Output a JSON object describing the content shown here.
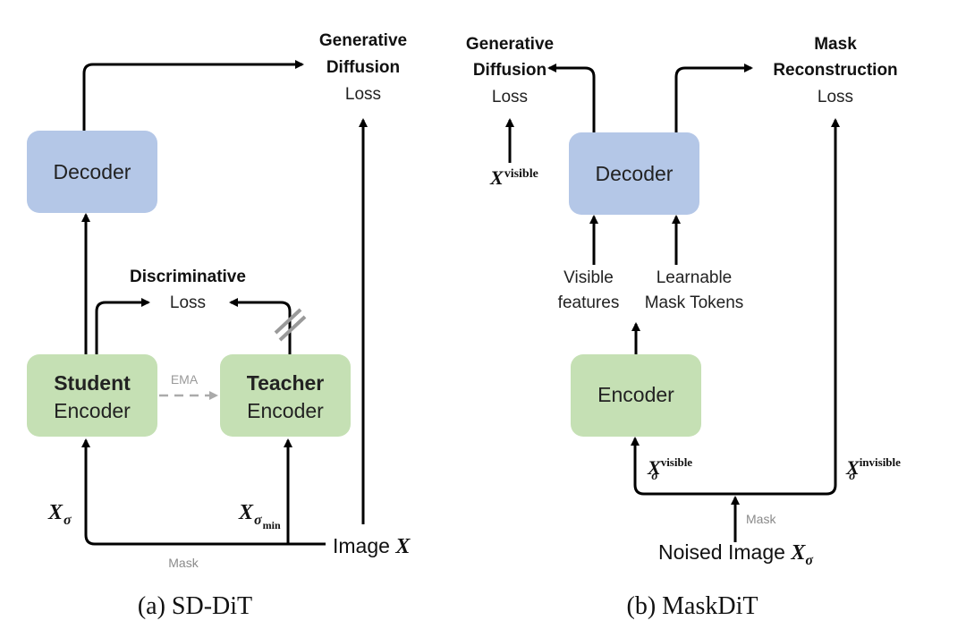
{
  "colors": {
    "decoder_fill": "#b4c7e7",
    "encoder_fill": "#c5e0b4",
    "arrow": "#000000",
    "ema_arrow": "#aaaaaa",
    "stopgrad": "#9a9a9a"
  },
  "left": {
    "caption": "(a) SD-DiT",
    "decoder_label": "Decoder",
    "student_title": "Student",
    "student_sub": "Encoder",
    "teacher_title": "Teacher",
    "teacher_sub": "Encoder",
    "ema_label": "EMA",
    "gen_loss_line1": "Generative",
    "gen_loss_line2": "Diffusion",
    "gen_loss_line3": "Loss",
    "disc_loss_title": "Discriminative",
    "disc_loss_sub": "Loss",
    "x_sigma": "X",
    "x_sigma_sub": "σ",
    "x_sigma_min": "X",
    "x_sigma_min_sub": "σ",
    "x_sigma_min_subsub": "min",
    "image_x": "Image ",
    "image_x_var": "X",
    "mask_label": "Mask"
  },
  "right": {
    "caption": "(b) MaskDiT",
    "decoder_label": "Decoder",
    "encoder_label": "Encoder",
    "gen_loss_line1": "Generative",
    "gen_loss_line2": "Diffusion",
    "gen_loss_line3": "Loss",
    "mask_loss_line1": "Mask",
    "mask_loss_line2": "Reconstruction",
    "mask_loss_line3": "Loss",
    "x_visible": "X",
    "x_visible_sup": "visible",
    "visible_features_1": "Visible",
    "visible_features_2": "features",
    "learnable_1": "Learnable",
    "learnable_2": "Mask Tokens",
    "xs_visible": "X",
    "xs_visible_sub": "σ",
    "xs_visible_sup": "visible",
    "xs_invisible": "X",
    "xs_invisible_sub": "σ",
    "xs_invisible_sup": "invisible",
    "mask_label": "Mask",
    "noised_image": "Noised Image ",
    "noised_var": "X",
    "noised_sub": "σ"
  }
}
